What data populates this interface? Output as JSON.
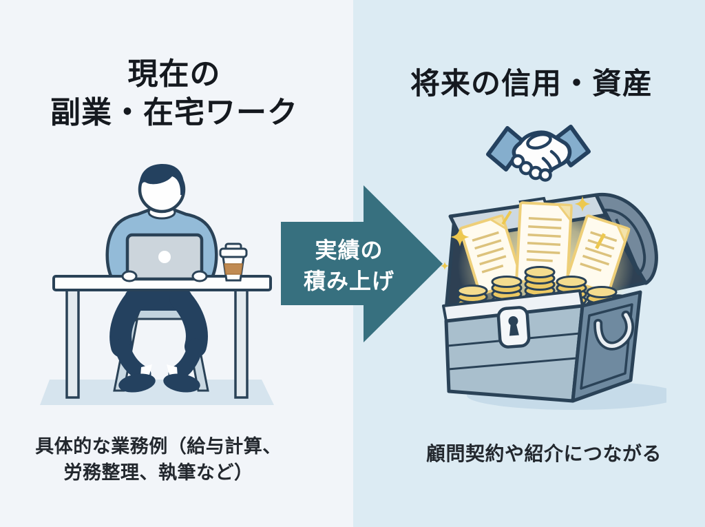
{
  "meta": {
    "type": "infographic",
    "language": "ja"
  },
  "left_panel": {
    "title": {
      "line1": "現在の",
      "line2": "副業・在宅ワーク"
    },
    "caption": {
      "line1": "具体的な業務例（給与計算、",
      "line2": "労務整理、執筆など）"
    },
    "illustration": "person-working-at-laptop-desk-with-coffee"
  },
  "arrow": {
    "direction": "right",
    "label": {
      "line1": "実績の",
      "line2": "積み上げ"
    }
  },
  "right_panel": {
    "title": "将来の信用・資産",
    "caption": "顧問契約や紹介につながる",
    "icons": {
      "handshake": "handshake-icon",
      "treasure_chest": "treasure-chest-with-contracts-and-coins-icon"
    }
  },
  "colors": {
    "left_background": "#f2f5f9",
    "right_background": "#dcebf3",
    "arrow_fill": "#37707f",
    "arrow_text": "#ffffff",
    "title_text": "#15191f",
    "caption_text": "#23282e",
    "outline_navy": "#2a4257",
    "gold": "#ecc963"
  }
}
